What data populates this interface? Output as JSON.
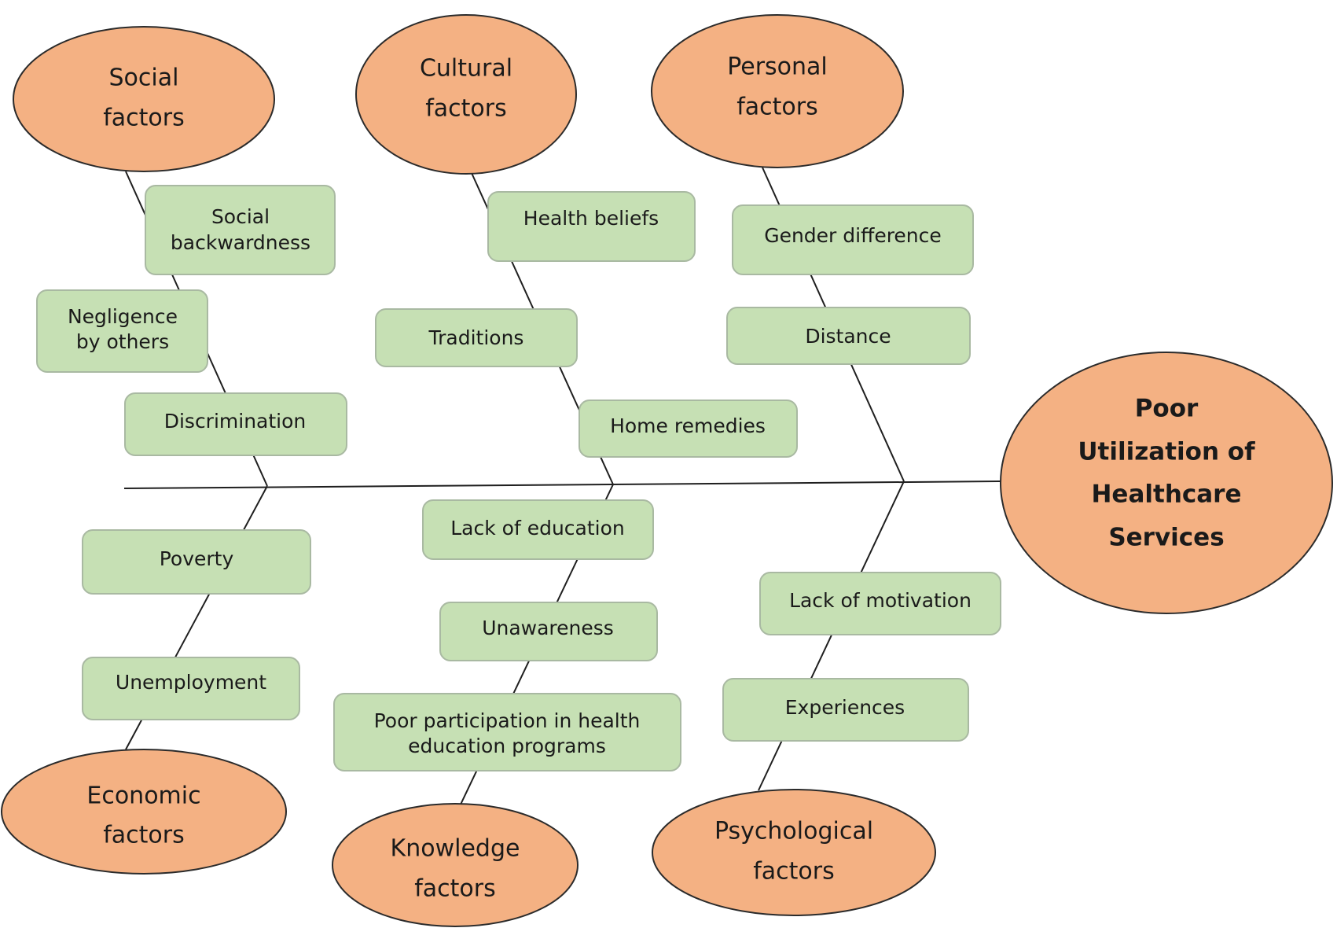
{
  "effect": {
    "lines": [
      "Poor",
      "Utilization of",
      "Healthcare",
      "Services"
    ]
  },
  "categories": {
    "social": {
      "lines": [
        "Social",
        "factors"
      ]
    },
    "cultural": {
      "lines": [
        "Cultural",
        "factors"
      ]
    },
    "personal": {
      "lines": [
        "Personal",
        "factors"
      ]
    },
    "economic": {
      "lines": [
        "Economic",
        "factors"
      ]
    },
    "knowledge": {
      "lines": [
        "Knowledge",
        "factors"
      ]
    },
    "psychological": {
      "lines": [
        "Psychological",
        "factors"
      ]
    }
  },
  "causes": {
    "social_backwardness": {
      "lines": [
        "Social",
        "backwardness"
      ]
    },
    "negligence_by_others": {
      "lines": [
        "Negligence",
        "by others"
      ]
    },
    "discrimination": {
      "lines": [
        "Discrimination"
      ]
    },
    "health_beliefs": {
      "lines": [
        "Health beliefs"
      ]
    },
    "traditions": {
      "lines": [
        "Traditions"
      ]
    },
    "home_remedies": {
      "lines": [
        "Home remedies"
      ]
    },
    "gender_difference": {
      "lines": [
        "Gender difference"
      ]
    },
    "distance": {
      "lines": [
        "Distance"
      ]
    },
    "poverty": {
      "lines": [
        "Poverty"
      ]
    },
    "unemployment": {
      "lines": [
        "Unemployment"
      ]
    },
    "lack_of_education": {
      "lines": [
        "Lack of education"
      ]
    },
    "unawareness": {
      "lines": [
        "Unawareness"
      ]
    },
    "poor_participation": {
      "lines": [
        "Poor participation in health",
        "education programs"
      ]
    },
    "lack_of_motivation": {
      "lines": [
        "Lack of motivation"
      ]
    },
    "experiences": {
      "lines": [
        "Experiences"
      ]
    }
  },
  "colors": {
    "category_fill": "#f4b183",
    "cause_fill": "#c6e0b4",
    "line": "#1f1f1f"
  }
}
